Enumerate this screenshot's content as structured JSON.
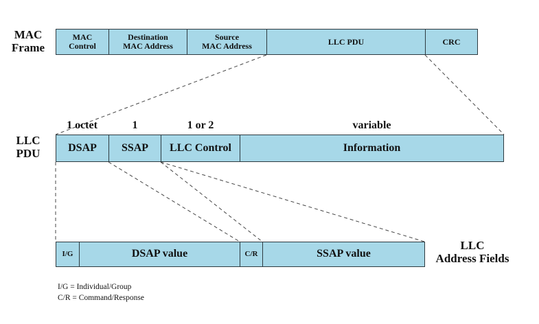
{
  "mac_frame": {
    "label": "MAC\nFrame",
    "fields": [
      "MAC\nControl",
      "Destination\nMAC Address",
      "Source\nMAC Address",
      "LLC PDU",
      "CRC"
    ]
  },
  "llc_pdu": {
    "label": "LLC\nPDU",
    "sizes": [
      "1 octet",
      "1",
      "1 or 2",
      "variable"
    ],
    "fields": [
      "DSAP",
      "SSAP",
      "LLC Control",
      "Information"
    ]
  },
  "address_fields": {
    "label": "LLC\nAddress Fields",
    "fields": [
      "I/G",
      "DSAP value",
      "C/R",
      "SSAP value"
    ]
  },
  "legend": [
    "I/G = Individual/Group",
    "C/R = Command/Response"
  ],
  "colors": {
    "field_fill": "#a7d8e8",
    "border": "#2d3a40"
  }
}
